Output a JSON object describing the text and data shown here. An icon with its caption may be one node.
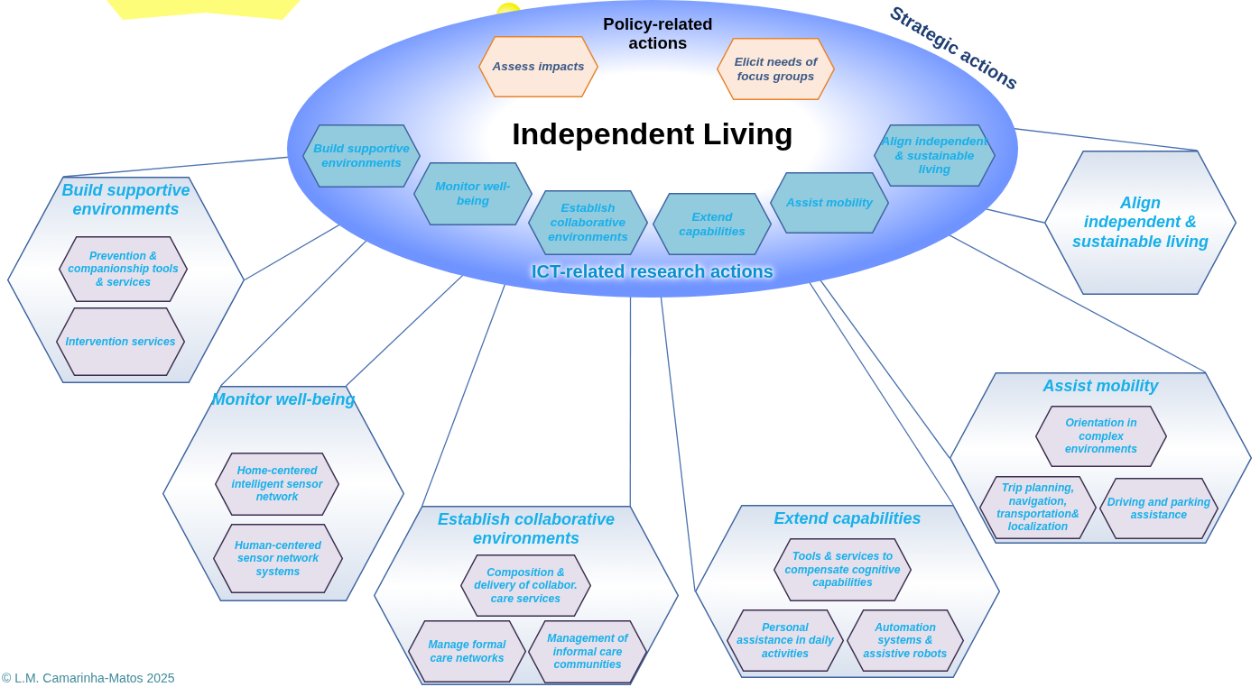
{
  "diagram": {
    "nodes": [
      {
        "text": [
          "Policy-related actions",
          "Independent Living",
          "ICT-related research actions"
        ]
      },
      {
        "text": [
          "Assess impacts"
        ],
        "in": 0
      },
      {
        "text": [
          "Elicit needs of focus groups"
        ],
        "in": 0
      },
      {
        "text": [
          "Build supportive environments"
        ],
        "in": 0
      },
      {
        "text": [
          "Monitor well-being"
        ],
        "in": 0
      },
      {
        "text": [
          "Establish collaborative environments"
        ],
        "in": 0
      },
      {
        "text": [
          "Extend capabilities"
        ],
        "in": 0
      },
      {
        "text": [
          "Assist mobility"
        ],
        "in": 0
      },
      {
        "text": [
          "Align independent & sustainable living"
        ],
        "in": 0
      },
      {
        "text": [
          "Build supportive environments"
        ]
      },
      {
        "text": [
          "Prevention & companionship tools & services"
        ],
        "in": 9
      },
      {
        "text": [
          "Intervention services"
        ],
        "in": 9
      },
      {
        "text": [
          "Monitor well-being"
        ]
      },
      {
        "text": [
          "Home-centered intelligent sensor network"
        ],
        "in": 12
      },
      {
        "text": [
          "Human-centered sensor network systems"
        ],
        "in": 12
      },
      {
        "text": [
          "Establish collaborative environments"
        ]
      },
      {
        "text": [
          "Composition & delivery of collabor. care services"
        ],
        "in": 15
      },
      {
        "text": [
          "Manage formal care networks"
        ],
        "in": 15
      },
      {
        "text": [
          "Management of informal care communities"
        ],
        "in": 15
      },
      {
        "text": [
          "Extend capabilities"
        ]
      },
      {
        "text": [
          "Tools & services to compensate cognitive capabilities"
        ],
        "in": 19
      },
      {
        "text": [
          "Personal assistance in daily activities"
        ],
        "in": 19
      },
      {
        "text": [
          "Automation systems & assistive robots"
        ],
        "in": 19
      },
      {
        "text": [
          "Assist mobility"
        ]
      },
      {
        "text": [
          "Orientation in complex environments"
        ],
        "in": 23
      },
      {
        "text": [
          "Trip planning, navigation, transportation& localization"
        ],
        "in": 23
      },
      {
        "text": [
          "Driving and parking assistance"
        ],
        "in": 23
      },
      {
        "text": [
          "Align independent & sustainable living"
        ]
      }
    ],
    "edges": [
      {
        "from": 3,
        "to": 9,
        "arrow": "none"
      },
      {
        "from": 3,
        "to": 9,
        "arrow": "none"
      },
      {
        "from": 4,
        "to": 12,
        "arrow": "none"
      },
      {
        "from": 4,
        "to": 12,
        "arrow": "none"
      },
      {
        "from": 5,
        "to": 15,
        "arrow": "none"
      },
      {
        "from": 5,
        "to": 15,
        "arrow": "none"
      },
      {
        "from": 6,
        "to": 19,
        "arrow": "none"
      },
      {
        "from": 6,
        "to": 19,
        "arrow": "none"
      },
      {
        "from": 7,
        "to": 23,
        "arrow": "none"
      },
      {
        "from": 7,
        "to": 23,
        "arrow": "none"
      },
      {
        "from": 8,
        "to": 27,
        "arrow": "none"
      },
      {
        "from": 8,
        "to": 27,
        "arrow": "none"
      }
    ],
    "labels": [
      "Strategic actions",
      "© L.M. Camarinha-Matos 2025"
    ]
  }
}
